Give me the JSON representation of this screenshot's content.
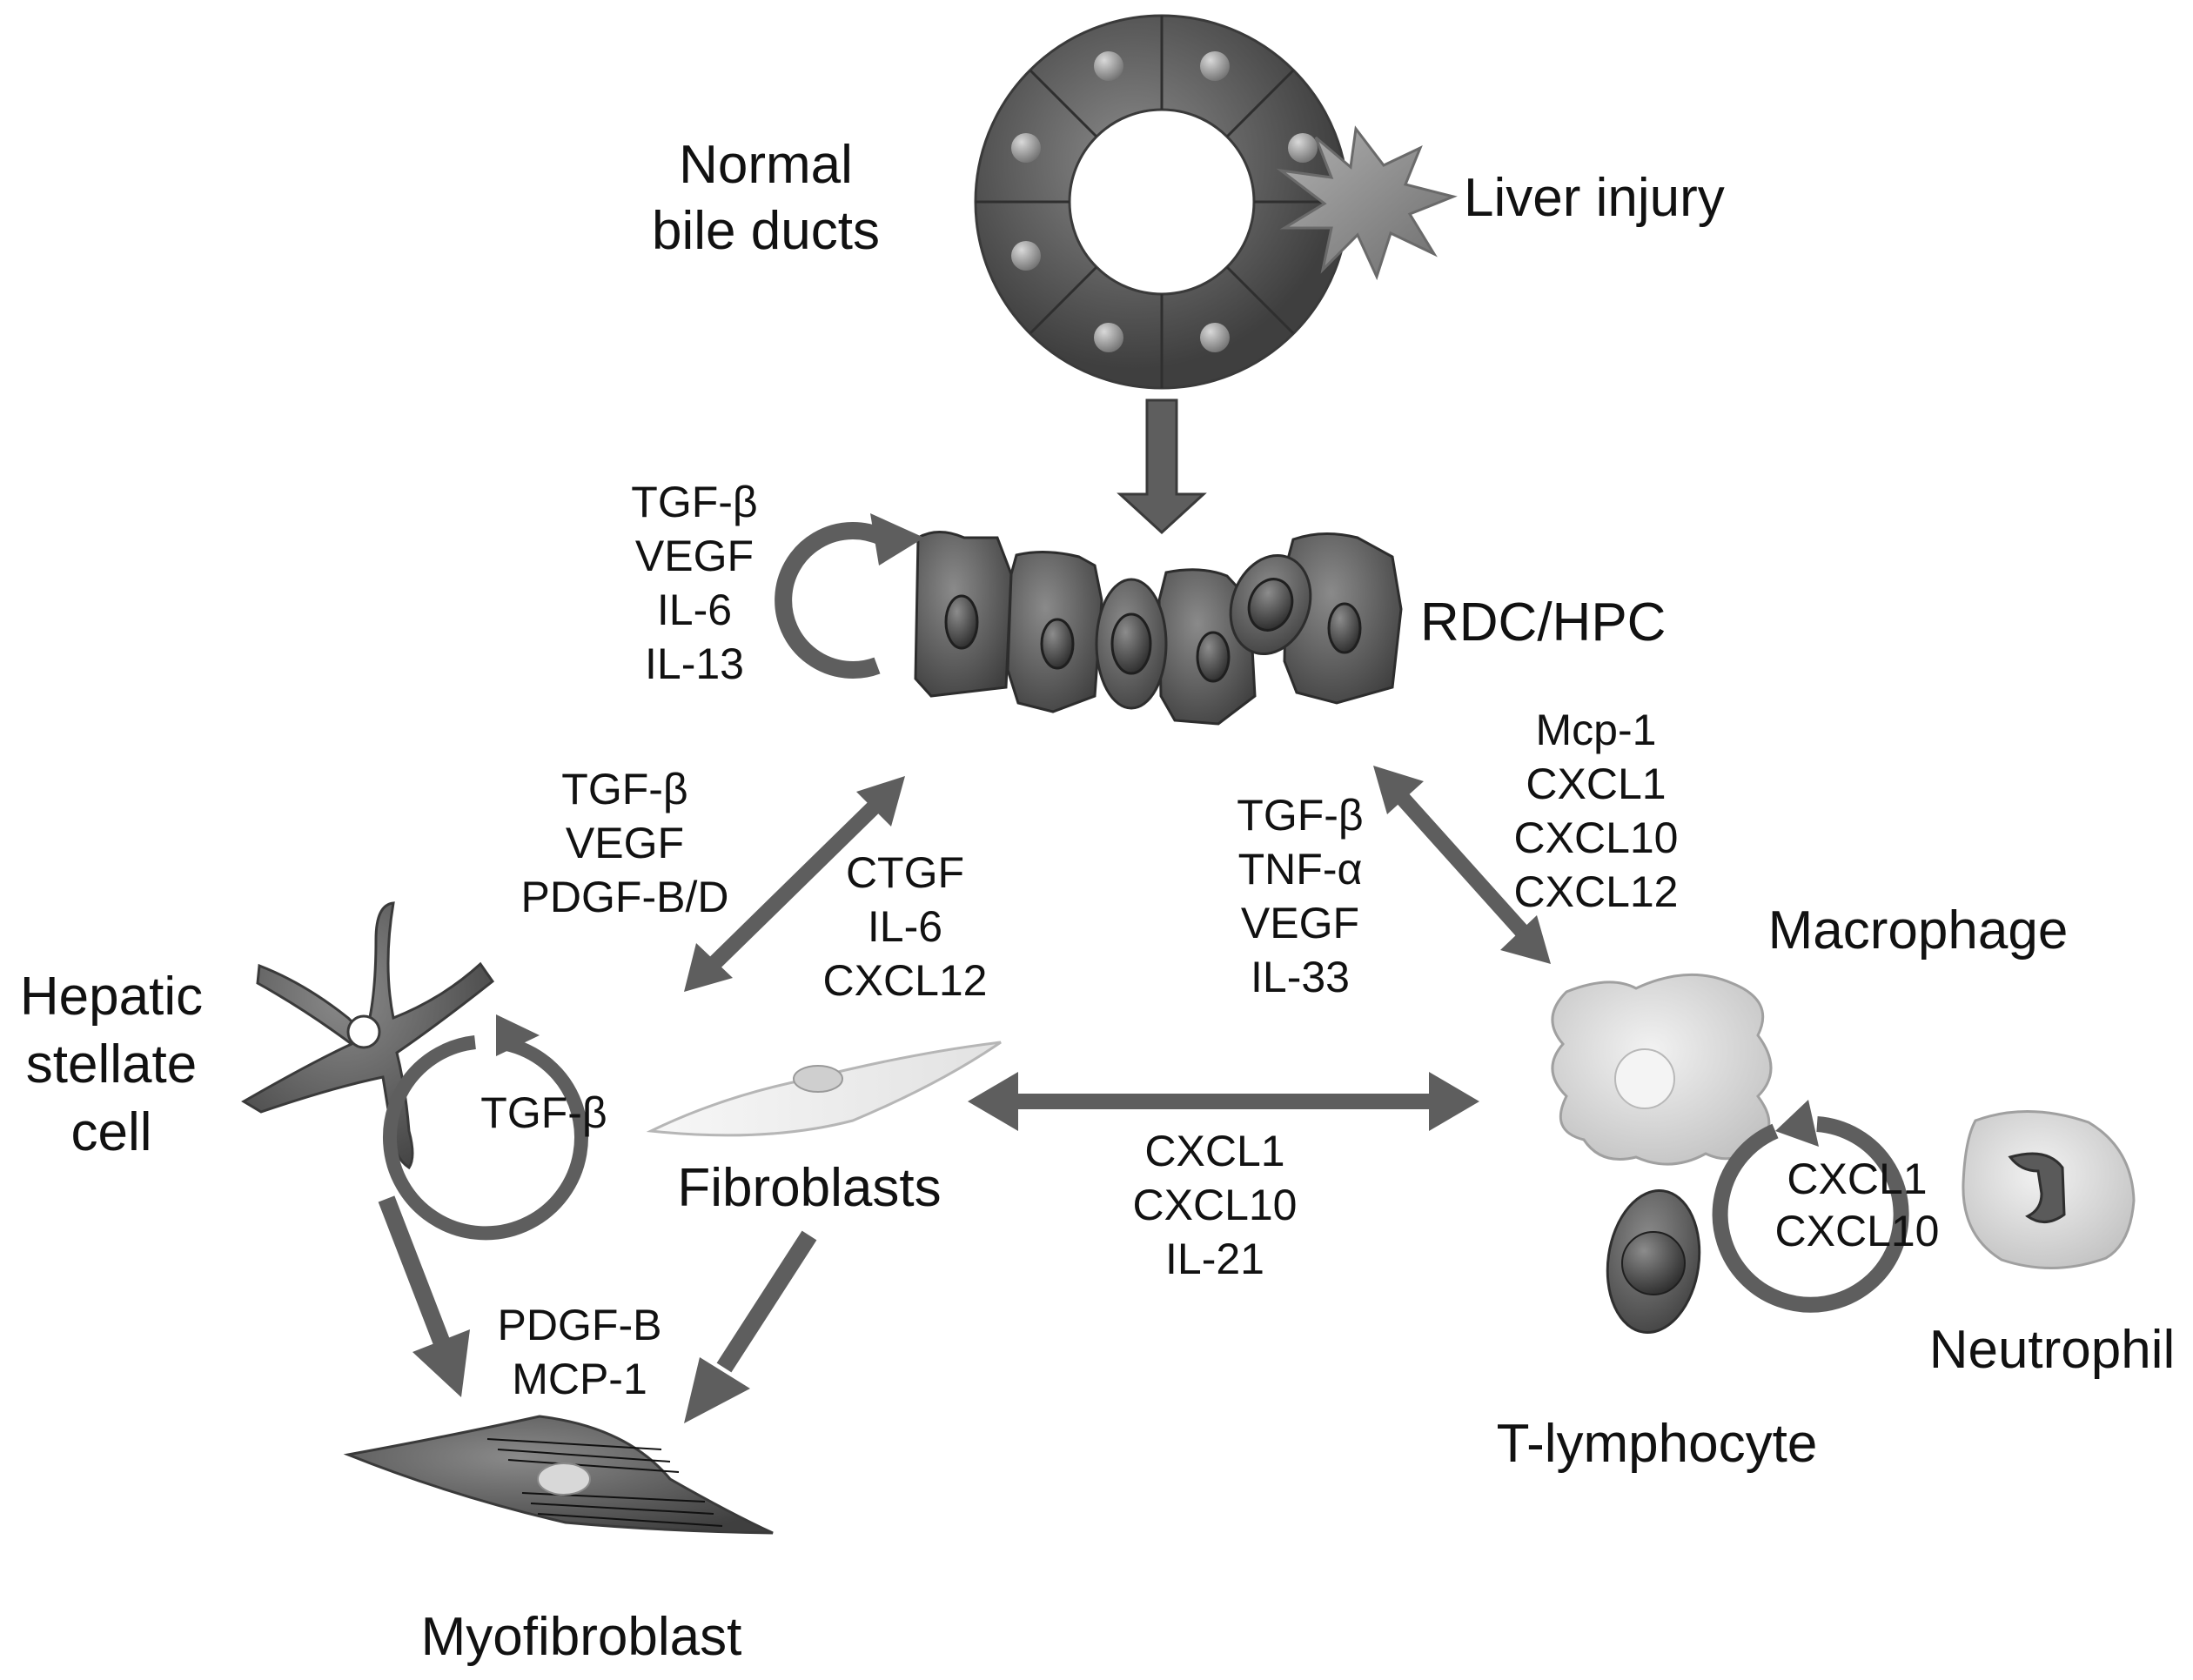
{
  "labels": {
    "normal_bile_ducts": [
      "Normal",
      "bile ducts"
    ],
    "liver_injury": "Liver injury",
    "rdc_hpc": "RDC/HPC",
    "hepatic_stellate_cell": [
      "Hepatic",
      "stellate",
      "cell"
    ],
    "fibroblasts": "Fibroblasts",
    "myofibroblast": "Myofibroblast",
    "macrophage": "Macrophage",
    "neutrophil": "Neutrophil",
    "t_lymphocyte": "T-lymphocyte"
  },
  "factors": {
    "rdc_autocrine": [
      "TGF-β",
      "VEGF",
      "IL-6",
      "IL-13"
    ],
    "to_stellate": [
      "TGF-β",
      "VEGF",
      "PDGF-B/D"
    ],
    "to_rdc_from_stellate": [
      "CTGF",
      "IL-6",
      "CXCL12"
    ],
    "to_rdc_from_immune": [
      "TGF-β",
      "TNF-α",
      "VEGF",
      "IL-33"
    ],
    "to_macrophage": [
      "Mcp-1",
      "CXCL1",
      "CXCL10",
      "CXCL12"
    ],
    "stellate_autocrine": "TGF-β",
    "fibro_immune": [
      "CXCL1",
      "CXCL10",
      "IL-21"
    ],
    "to_myofibroblast": [
      "PDGF-B",
      "MCP-1"
    ],
    "immune_autocrine": [
      "CXCL1",
      "CXCL10"
    ]
  },
  "colors": {
    "arrow": "#5e5e5e",
    "cell_dark": "#5a5a5a",
    "cell_light": "#d8d8d8",
    "text": "#111111"
  }
}
